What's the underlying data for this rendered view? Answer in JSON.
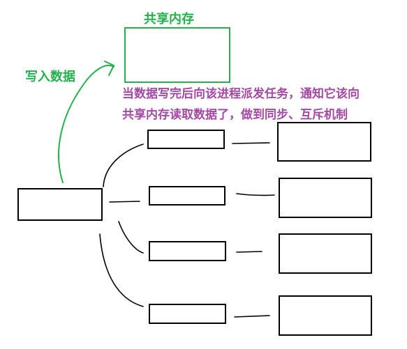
{
  "colors": {
    "green": "#22b14c",
    "purple": "#a349a4",
    "ink": "#000000",
    "background": "#ffffff"
  },
  "labels": {
    "shared_memory": "共享内存",
    "write_data": "写入数据",
    "note_line_1": "当数据写完后向该进程派发任务，通知它该向",
    "note_line_2": "共享内存读取数据了，做到同步、互斥机制"
  },
  "diagram": {
    "main_process": "",
    "worker_processes": [
      "",
      "",
      "",
      ""
    ],
    "worker_targets": [
      "",
      "",
      "",
      ""
    ]
  }
}
